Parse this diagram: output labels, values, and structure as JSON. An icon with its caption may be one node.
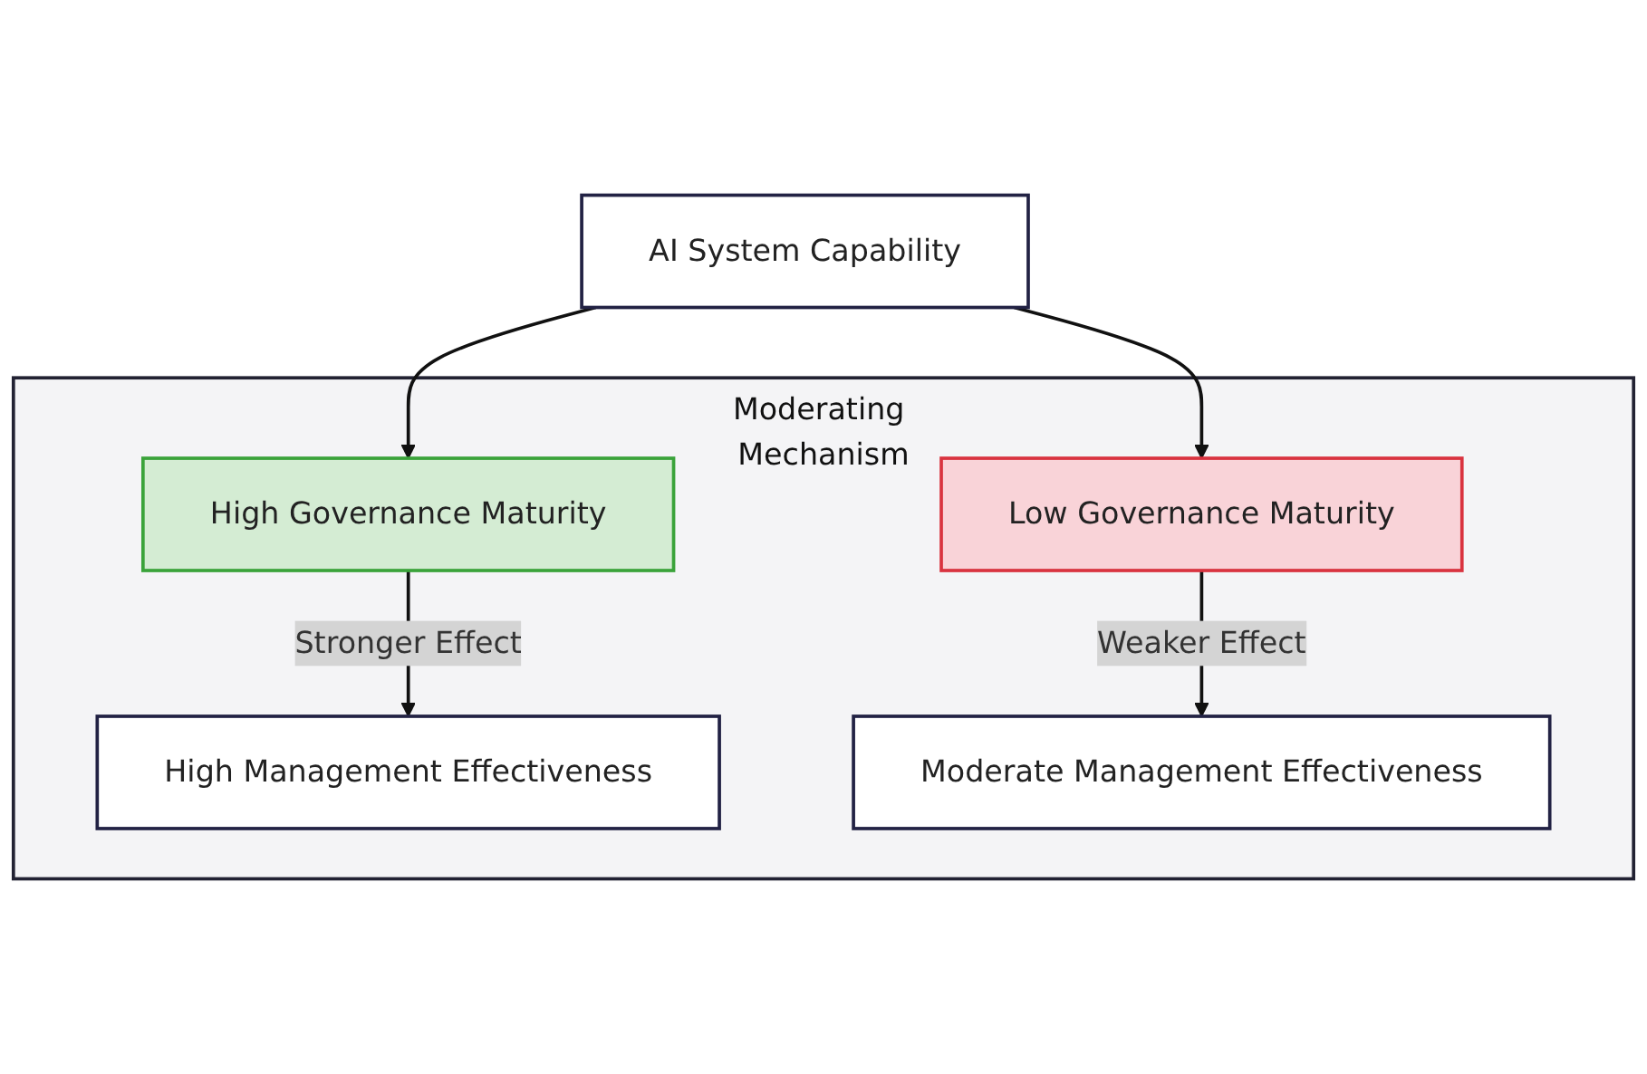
{
  "diagram": {
    "nodes": [
      {
        "text": [
          "AI System Capability"
        ]
      },
      {
        "text": [
          "Moderating Mechanism"
        ]
      },
      {
        "text": [
          "High Governance Maturity"
        ],
        "in": 1
      },
      {
        "text": [
          "Low Governance Maturity"
        ],
        "in": 1
      },
      {
        "text": [
          "High Management Effectiveness"
        ],
        "in": 1
      },
      {
        "text": [
          "Moderate Management Effectiveness"
        ],
        "in": 1
      }
    ],
    "edges": [
      {
        "from": 0,
        "to": 2,
        "arrow": "to"
      },
      {
        "from": 0,
        "to": 3,
        "arrow": "to"
      },
      {
        "from": 2,
        "to": 4,
        "arrow": "to",
        "label": "Stronger Effect"
      },
      {
        "from": 3,
        "to": 5,
        "arrow": "to",
        "label": "Weaker Effect"
      }
    ]
  }
}
